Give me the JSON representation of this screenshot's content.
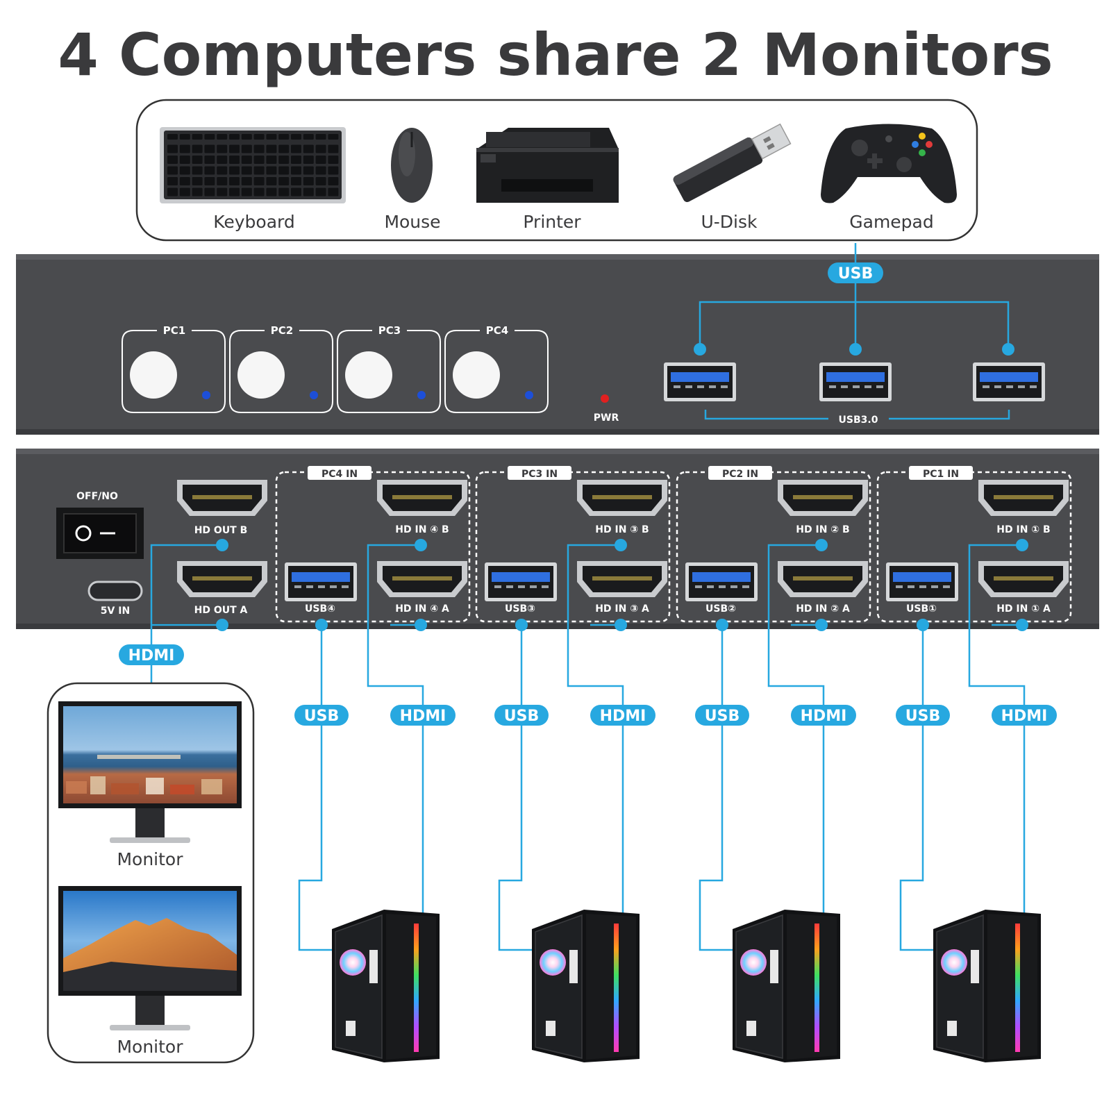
{
  "title": "4 Computers share 2 Monitors",
  "peripherals": [
    {
      "label": "Keyboard",
      "icon": "keyboard-icon"
    },
    {
      "label": "Mouse",
      "icon": "mouse-icon"
    },
    {
      "label": "Printer",
      "icon": "printer-icon"
    },
    {
      "label": "U-Disk",
      "icon": "usb-drive-icon"
    },
    {
      "label": "Gamepad",
      "icon": "gamepad-icon"
    }
  ],
  "front_panel": {
    "buttons": [
      "PC1",
      "PC2",
      "PC3",
      "PC4"
    ],
    "power_label": "PWR",
    "usb_ports_label": "USB3.0",
    "usb_connector_label": "USB"
  },
  "rear_panel": {
    "switch_label": "OFF/NO",
    "power_in_label": "5V IN",
    "outputs": [
      "HD OUT B",
      "HD OUT A"
    ],
    "groups": [
      {
        "name": "PC4 IN",
        "usb": "USB④",
        "hd_b": "HD IN ④ B",
        "hd_a": "HD IN ④ A"
      },
      {
        "name": "PC3 IN",
        "usb": "USB③",
        "hd_b": "HD IN ③ B",
        "hd_a": "HD IN ③ A"
      },
      {
        "name": "PC2 IN",
        "usb": "USB②",
        "hd_b": "HD IN ② B",
        "hd_a": "HD IN ② A"
      },
      {
        "name": "PC1 IN",
        "usb": "USB①",
        "hd_b": "HD IN ① B",
        "hd_a": "HD IN ① A"
      }
    ]
  },
  "cables": {
    "hdmi_out": "HDMI",
    "pc_links": [
      {
        "usb": "USB",
        "hdmi": "HDMI"
      },
      {
        "usb": "USB",
        "hdmi": "HDMI"
      },
      {
        "usb": "USB",
        "hdmi": "HDMI"
      },
      {
        "usb": "USB",
        "hdmi": "HDMI"
      }
    ]
  },
  "monitors": [
    "Monitor",
    "Monitor"
  ],
  "colors": {
    "accent": "#27a8e0",
    "device_body": "#4a4b4e",
    "title": "#3a3a3c",
    "led_blue": "#1d4fd8",
    "led_red": "#e02020",
    "usb_blue": "#2f6fe0"
  }
}
